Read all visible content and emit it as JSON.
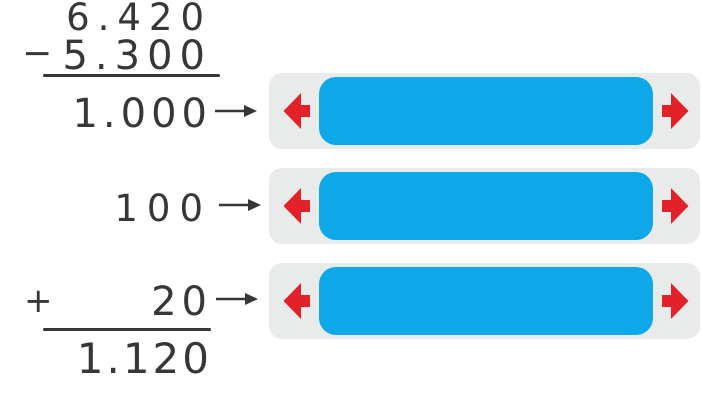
{
  "problem": {
    "minuend": "6.420",
    "minus_sign": "−",
    "subtrahend": "5.300",
    "partials": [
      {
        "value": "1.000"
      },
      {
        "value": "100"
      },
      {
        "plus_sign": "+",
        "value": "20"
      }
    ],
    "result": "1.120"
  },
  "sliders": [
    {
      "left_icon": "arrow-left-icon",
      "right_icon": "arrow-right-icon"
    },
    {
      "left_icon": "arrow-left-icon",
      "right_icon": "arrow-right-icon"
    },
    {
      "left_icon": "arrow-left-icon",
      "right_icon": "arrow-right-icon"
    }
  ],
  "colors": {
    "ink": "#373737",
    "slider_background": "#e9ebeb",
    "slider_fill": "#0ca8e8",
    "arrow_red": "#e32128"
  }
}
